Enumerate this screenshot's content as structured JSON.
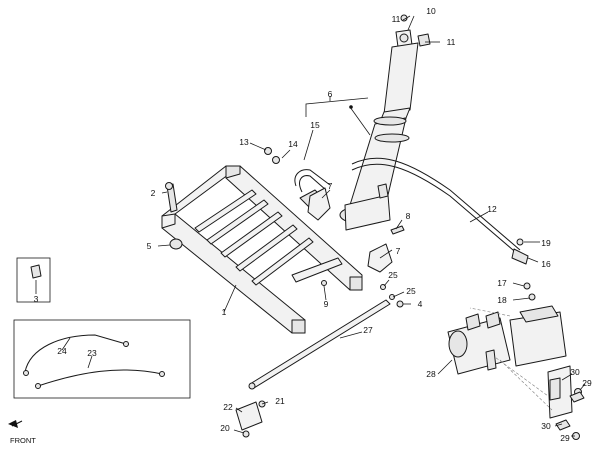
{
  "callouts": [
    "1",
    "2",
    "3",
    "4",
    "5",
    "6",
    "7",
    "7",
    "8",
    "9",
    "10",
    "11",
    "11",
    "12",
    "13",
    "14",
    "15",
    "16",
    "17",
    "18",
    "19",
    "20",
    "21",
    "22",
    "23",
    "24",
    "25",
    "25",
    "27",
    "28",
    "29",
    "29",
    "30",
    "30"
  ],
  "front_label": "FRONT",
  "colors": {
    "line": "#1a1a1a",
    "fill": "#f2f2f2",
    "background": "#ffffff"
  }
}
